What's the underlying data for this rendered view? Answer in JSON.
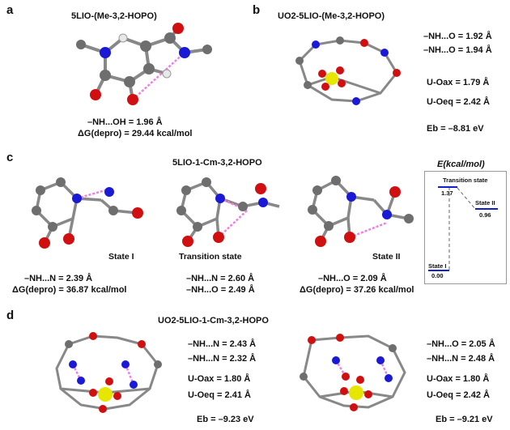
{
  "panels": {
    "a": {
      "label": "a",
      "title": "5LIO-(Me-3,2-HOPO)",
      "lines": [
        "–NH...OH = 1.96 Å",
        "ΔG(depro) = 29.44  kcal/mol"
      ]
    },
    "b": {
      "label": "b",
      "title": "UO2-5LIO-(Me-3,2-HOPO)",
      "lines": [
        "–NH...O = 1.92 Å",
        "–NH...O = 1.94 Å",
        "U-Oax = 1.79 Å",
        "U-Oeq = 2.42 Å",
        "Eb = –8.81 eV"
      ]
    },
    "c": {
      "label": "c",
      "title": "5LIO-1-Cm-3,2-HOPO",
      "state1": {
        "name": "State I",
        "lines": [
          "–NH...N = 2.39 Å",
          "ΔG(depro) = 36.87 kcal/mol"
        ]
      },
      "ts": {
        "name": "Transition state",
        "lines": [
          "–NH...N = 2.60 Å",
          "–NH...O = 2.49 Å"
        ]
      },
      "state2": {
        "name": "State II",
        "lines": [
          "–NH...O = 2.09 Å",
          "ΔG(depro) = 37.26 kcal/mol"
        ]
      }
    },
    "d": {
      "label": "d",
      "title": "UO2-5LIO-1-Cm-3,2-HOPO",
      "left": [
        "–NH...N = 2.43 Å",
        "–NH...N = 2.32 Å",
        "U-Oax = 1.80 Å",
        "U-Oeq = 2.41 Å",
        "Eb = –9.23 eV"
      ],
      "right": [
        "–NH...O = 2.05 Å",
        "–NH...N = 2.48 Å",
        "U-Oax = 1.80 Å",
        "U-Oeq = 2.42 Å",
        "Eb = –9.21 eV"
      ]
    }
  },
  "energy_diagram": {
    "title": "E(kcal/mol)",
    "levels": [
      {
        "name": "Transition state",
        "value": "1.37"
      },
      {
        "name": "State II",
        "value": "0.96"
      },
      {
        "name": "State I",
        "value": "0.00"
      }
    ]
  },
  "colors": {
    "carbon": "#6e6e6e",
    "oxygen": "#d01010",
    "nitrogen": "#1a1ad6",
    "hydrogen": "#e8e8e8",
    "uranium": "#e6e600",
    "hbond": "#f080e0",
    "level": "#1020c8"
  }
}
